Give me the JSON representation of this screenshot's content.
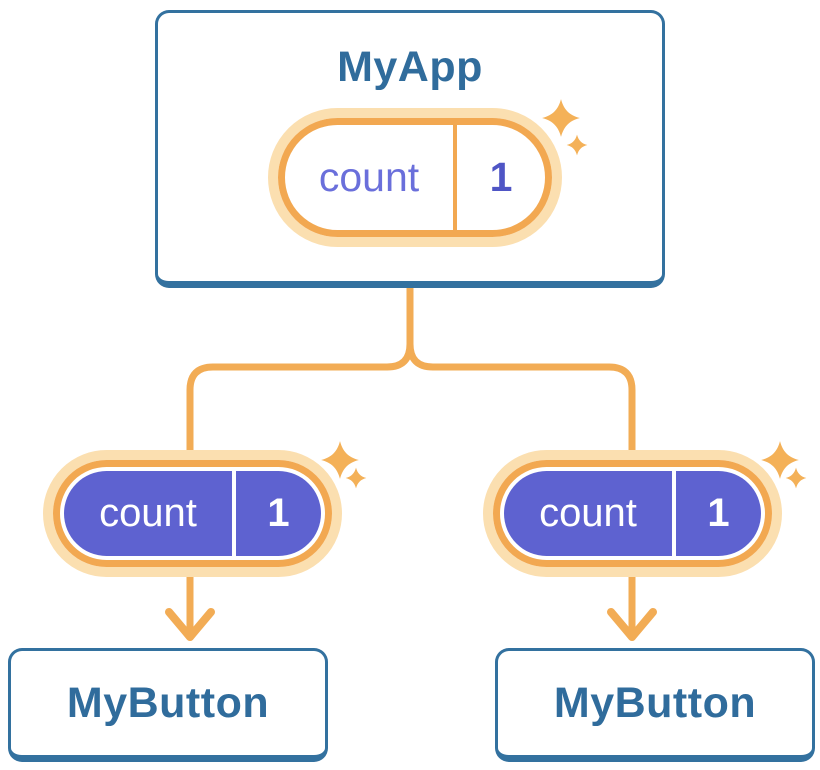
{
  "diagram": {
    "root": {
      "title": "MyApp",
      "state": {
        "name": "count",
        "value": "1"
      }
    },
    "children": [
      {
        "title": "MyButton",
        "prop": {
          "name": "count",
          "value": "1"
        }
      },
      {
        "title": "MyButton",
        "prop": {
          "name": "count",
          "value": "1"
        }
      }
    ],
    "colors": {
      "card_border_blue": "#33719F",
      "card_title_blue": "#306C9C",
      "connector_orange": "#F2AC55",
      "pill_ring_orange": "#F2A851",
      "pill_halo_light": "#FBDFB0",
      "pill_purple": "#5E62D0",
      "state_name_purple": "#6A6FDB",
      "state_value_indigo": "#4F55C5",
      "sparkle_orange": "#F4B158",
      "background": "#FFFFFF"
    }
  }
}
